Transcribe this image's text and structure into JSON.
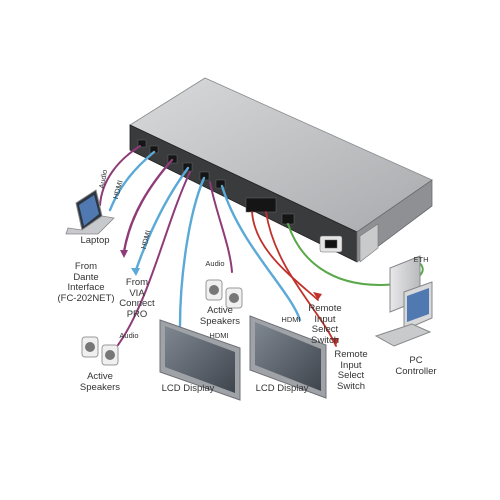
{
  "labels": {
    "laptop": "Laptop",
    "audio_laptop": "Audio",
    "hdmi_laptop": "HDMI",
    "dante": "From\nDante\nInterface\n(FC-202NET)",
    "hdmi_dante": "HDMI",
    "via": "From\nVIA\nConnect\nPRO",
    "audio_speakers_mid": "Audio",
    "speakers_mid": "Active\nSpeakers",
    "audio_speakers_left": "Audio",
    "speakers_left": "Active\nSpeakers",
    "hdmi_lcd1": "HDMI",
    "lcd1": "LCD Display",
    "hdmi_lcd2": "HDMI",
    "lcd2": "LCD Display",
    "remote1": "Remote\nInput\nSelect\nSwitch",
    "remote2": "Remote\nInput\nSelect\nSwitch",
    "eth": "ETH",
    "pc": "PC\nController"
  },
  "colors": {
    "hdmi_cable": "#5aa9d6",
    "audio_cable": "#8e3b78",
    "remote_cable": "#c0322b",
    "eth_cable": "#5aa84a",
    "device_body": "#b7b8bb",
    "device_panel": "#2b2b2b"
  }
}
